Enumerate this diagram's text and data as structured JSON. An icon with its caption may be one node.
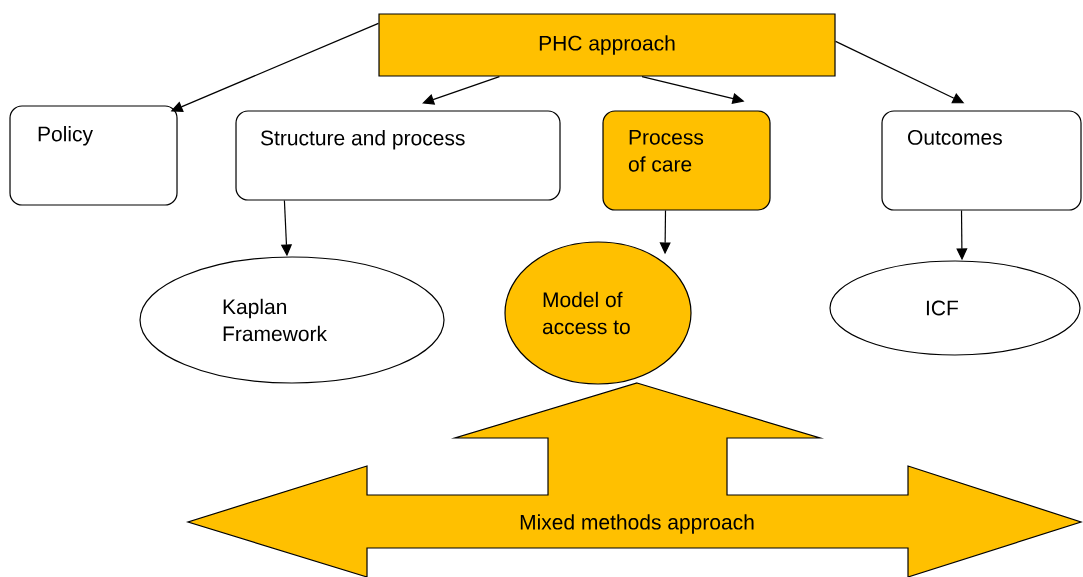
{
  "diagram": {
    "nodes": [
      {
        "text": [
          "PHC approach"
        ]
      },
      {
        "text": [
          "Policy"
        ]
      },
      {
        "text": [
          "Structure and process"
        ]
      },
      {
        "text": [
          "Process of care"
        ]
      },
      {
        "text": [
          "Outcomes"
        ]
      },
      {
        "text": [
          "Kaplan Framework"
        ]
      },
      {
        "text": [
          "Model of access to"
        ]
      },
      {
        "text": [
          "ICF"
        ]
      },
      {
        "text": [
          "Mixed methods approach"
        ]
      }
    ],
    "edges": [
      {
        "from": 0,
        "to": 1,
        "arrow": "to"
      },
      {
        "from": 0,
        "to": 2,
        "arrow": "to"
      },
      {
        "from": 0,
        "to": 3,
        "arrow": "to"
      },
      {
        "from": 0,
        "to": 4,
        "arrow": "to"
      },
      {
        "from": 2,
        "to": 5,
        "arrow": "to"
      },
      {
        "from": 3,
        "to": 6,
        "arrow": "to"
      },
      {
        "from": 4,
        "to": 7,
        "arrow": "to"
      }
    ]
  }
}
